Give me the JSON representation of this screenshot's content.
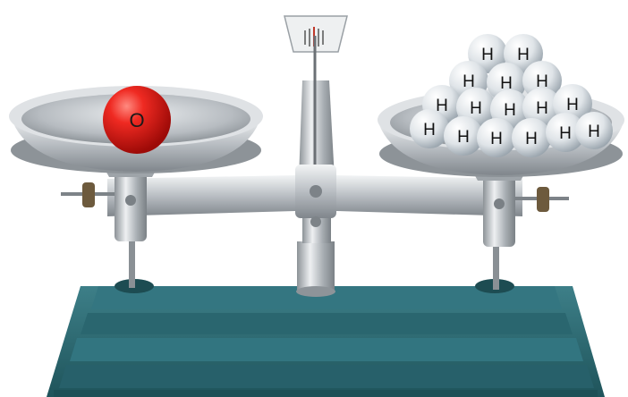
{
  "scene": {
    "subject": "balance-scale",
    "left_pan": {
      "atoms": [
        {
          "symbol": "O",
          "color": "#e21b1b"
        }
      ]
    },
    "right_pan": {
      "atom_color": "#d6dde3",
      "atoms": [
        {
          "symbol": "H"
        },
        {
          "symbol": "H"
        },
        {
          "symbol": "H"
        },
        {
          "symbol": "H"
        },
        {
          "symbol": "H"
        },
        {
          "symbol": "H"
        },
        {
          "symbol": "H"
        },
        {
          "symbol": "H"
        },
        {
          "symbol": "H"
        },
        {
          "symbol": "H"
        },
        {
          "symbol": "H"
        },
        {
          "symbol": "H"
        },
        {
          "symbol": "H"
        },
        {
          "symbol": "H"
        },
        {
          "symbol": "H"
        },
        {
          "symbol": "H"
        }
      ]
    },
    "colors": {
      "base": "#2d6a73",
      "metal": "#c8ccd0"
    }
  }
}
